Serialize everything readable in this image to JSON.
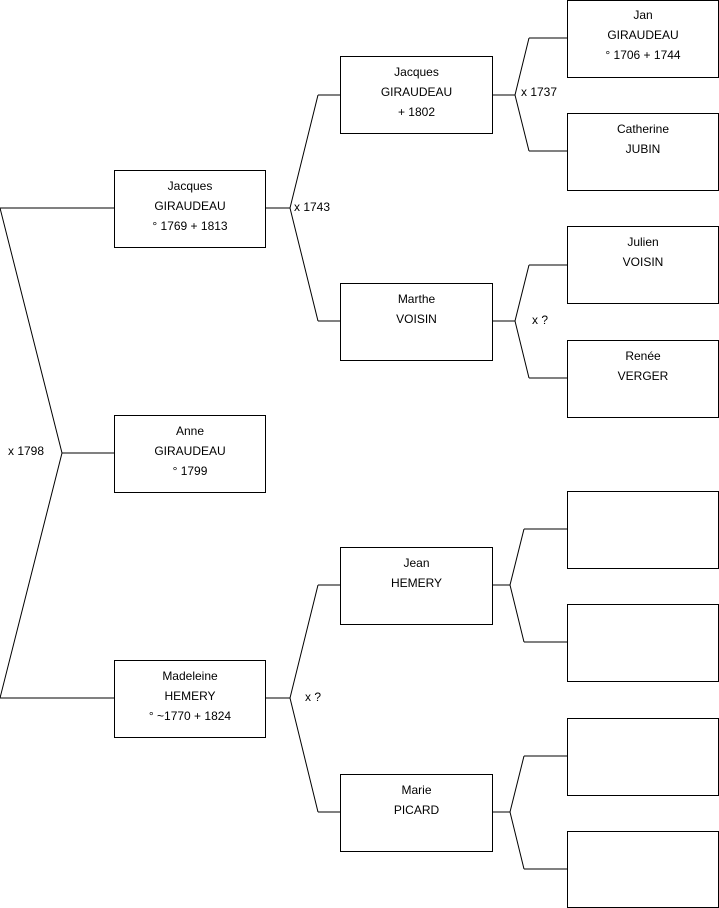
{
  "tree": {
    "child": {
      "first_name": "Anne",
      "surname": "GIRAUDEAU",
      "dates": "° 1799"
    },
    "parents": {
      "marriage": "x 1798",
      "father": {
        "first_name": "Jacques",
        "surname": "GIRAUDEAU",
        "dates": "° 1769 + 1813"
      },
      "mother": {
        "first_name": "Madeleine",
        "surname": "HEMERY",
        "dates": "° ~1770 + 1824"
      }
    },
    "paternal": {
      "marriage": "x 1743",
      "father": {
        "first_name": "Jacques",
        "surname": "GIRAUDEAU",
        "dates": "+ 1802"
      },
      "mother": {
        "first_name": "Marthe",
        "surname": "VOISIN",
        "dates": ""
      }
    },
    "maternal": {
      "marriage": "x ?",
      "father": {
        "first_name": "Jean",
        "surname": "HEMERY",
        "dates": ""
      },
      "mother": {
        "first_name": "Marie",
        "surname": "PICARD",
        "dates": ""
      }
    },
    "paternal_grandfather_parents": {
      "marriage": "x 1737",
      "father": {
        "first_name": "Jan",
        "surname": "GIRAUDEAU",
        "dates": "° 1706 + 1744"
      },
      "mother": {
        "first_name": "Catherine",
        "surname": "JUBIN",
        "dates": ""
      }
    },
    "paternal_grandmother_parents": {
      "marriage": "x ?",
      "father": {
        "first_name": "Julien",
        "surname": "VOISIN",
        "dates": ""
      },
      "mother": {
        "first_name": "Renée",
        "surname": "VERGER",
        "dates": ""
      }
    }
  }
}
